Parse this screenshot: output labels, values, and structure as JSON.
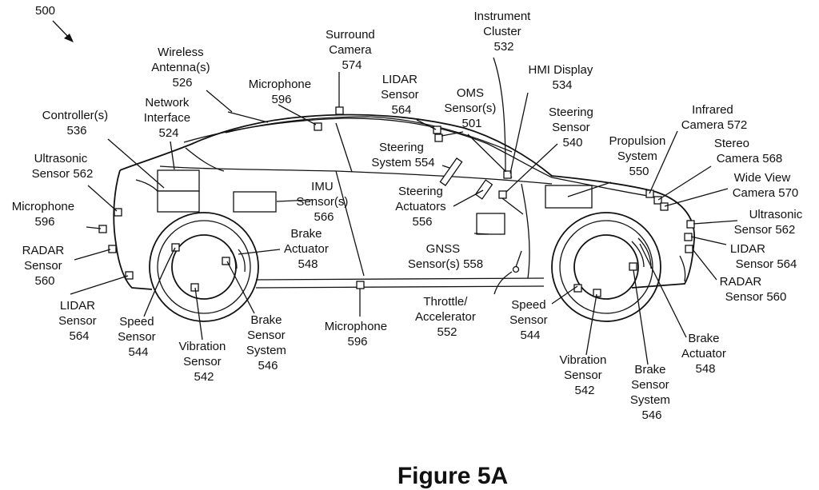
{
  "figure_ref": "500",
  "figure_title": "Figure 5A",
  "labels": {
    "wireless_antenna": [
      "Wireless",
      "Antenna(s)",
      "526"
    ],
    "surround_camera": [
      "Surround",
      "Camera",
      "574"
    ],
    "instrument_cluster": [
      "Instrument",
      "Cluster",
      "532"
    ],
    "hmi_display": [
      "HMI Display",
      "534"
    ],
    "microphone_top": [
      "Microphone",
      "596"
    ],
    "lidar_top": [
      "LIDAR",
      "Sensor",
      "564"
    ],
    "oms_sensor": [
      "OMS",
      "Sensor(s)",
      "501"
    ],
    "controller": [
      "Controller(s)",
      "536"
    ],
    "network_interface": [
      "Network",
      "Interface",
      "524"
    ],
    "steering_sensor": [
      "Steering",
      "Sensor",
      "540"
    ],
    "infrared_camera": [
      "Infrared",
      "Camera 572"
    ],
    "stereo_camera": [
      "Stereo",
      "Camera 568"
    ],
    "propulsion_system": [
      "Propulsion",
      "System",
      "550"
    ],
    "wide_view_camera": [
      "Wide View",
      "Camera 570"
    ],
    "steering_system": [
      "Steering",
      "System 554"
    ],
    "ultrasonic_left": [
      "Ultrasonic",
      "Sensor 562"
    ],
    "imu_sensor": [
      "IMU",
      "Sensor(s)",
      "566"
    ],
    "steering_actuators": [
      "Steering",
      "Actuators",
      "556"
    ],
    "microphone_left": [
      "Microphone",
      "596"
    ],
    "ultrasonic_right": [
      "Ultrasonic",
      "Sensor 562"
    ],
    "brake_actuator_left": [
      "Brake",
      "Actuator",
      "548"
    ],
    "gnss_sensor": [
      "GNSS",
      "Sensor(s) 558"
    ],
    "radar_left": [
      "RADAR",
      "Sensor",
      "560"
    ],
    "lidar_right": [
      "LIDAR",
      "Sensor 564"
    ],
    "radar_right": [
      "RADAR",
      "Sensor 560"
    ],
    "throttle": [
      "Throttle/",
      "Accelerator",
      "552"
    ],
    "lidar_left": [
      "LIDAR",
      "Sensor",
      "564"
    ],
    "speed_sensor_left": [
      "Speed",
      "Sensor",
      "544"
    ],
    "vibration_left": [
      "Vibration",
      "Sensor",
      "542"
    ],
    "brake_sensor_left": [
      "Brake",
      "Sensor",
      "System",
      "546"
    ],
    "microphone_bottom": [
      "Microphone",
      "596"
    ],
    "speed_sensor_right": [
      "Speed",
      "Sensor",
      "544"
    ],
    "vibration_right": [
      "Vibration",
      "Sensor",
      "542"
    ],
    "brake_sensor_right": [
      "Brake",
      "Sensor",
      "System",
      "546"
    ],
    "brake_actuator_right": [
      "Brake",
      "Actuator",
      "548"
    ]
  }
}
